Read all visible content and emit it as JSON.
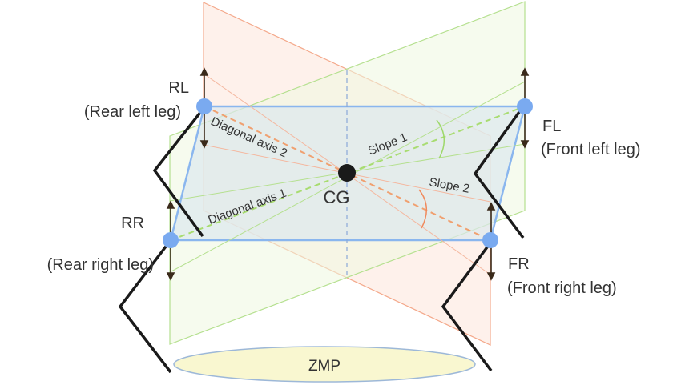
{
  "legs": {
    "rl": {
      "code": "RL",
      "name": "(Rear left leg)"
    },
    "fl": {
      "code": "FL",
      "name": "(Front left leg)"
    },
    "rr": {
      "code": "RR",
      "name": "(Rear right leg)"
    },
    "fr": {
      "code": "FR",
      "name": "(Front right leg)"
    }
  },
  "labels": {
    "cg": "CG",
    "zmp": "ZMP",
    "diag1": "Diagonal axis 1",
    "diag2": "Diagonal axis 2",
    "slope1": "Slope 1",
    "slope2": "Slope 2"
  },
  "colors": {
    "orange": "#f08a5d",
    "green": "#9ed86a",
    "blue": "#7aaaf0",
    "zmp_fill": "#f9f7d0"
  }
}
